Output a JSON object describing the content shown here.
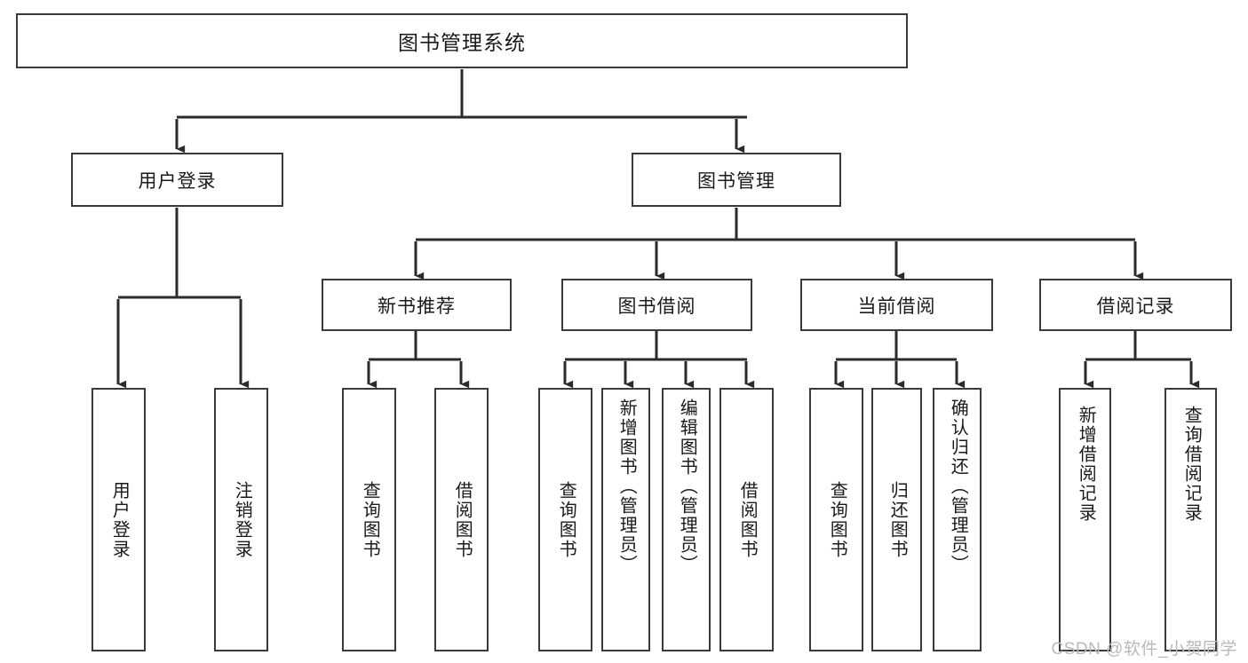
{
  "diagram": {
    "title": "图书管理系统",
    "type": "hierarchy-tree",
    "root": {
      "id": "root",
      "label": "图书管理系统",
      "orientation": "horizontal"
    },
    "level1": [
      {
        "id": "user-login",
        "label": "用户登录",
        "orientation": "horizontal"
      },
      {
        "id": "book-management",
        "label": "图书管理",
        "orientation": "horizontal"
      }
    ],
    "level2": [
      {
        "id": "new-book-recommend",
        "label": "新书推荐",
        "parent": "book-management",
        "orientation": "horizontal"
      },
      {
        "id": "book-borrow",
        "label": "图书借阅",
        "parent": "book-management",
        "orientation": "horizontal"
      },
      {
        "id": "current-borrow",
        "label": "当前借阅",
        "parent": "book-management",
        "orientation": "horizontal"
      },
      {
        "id": "borrow-record",
        "label": "借阅记录",
        "parent": "book-management",
        "orientation": "horizontal"
      }
    ],
    "leaves": [
      {
        "id": "leaf-user-login",
        "label": "用户登录",
        "parent": "user-login",
        "orientation": "vertical"
      },
      {
        "id": "leaf-user-logout",
        "label": "注销登录",
        "parent": "user-login",
        "orientation": "vertical"
      },
      {
        "id": "leaf-query-book-1",
        "label": "查询图书",
        "parent": "new-book-recommend",
        "orientation": "vertical"
      },
      {
        "id": "leaf-borrow-book-1",
        "label": "借阅图书",
        "parent": "new-book-recommend",
        "orientation": "vertical"
      },
      {
        "id": "leaf-query-book-2",
        "label": "查询图书",
        "parent": "book-borrow",
        "orientation": "vertical"
      },
      {
        "id": "leaf-add-book",
        "label": "新增图书（管理员）",
        "parent": "book-borrow",
        "orientation": "vertical"
      },
      {
        "id": "leaf-edit-book",
        "label": "编辑图书（管理员）",
        "parent": "book-borrow",
        "orientation": "vertical"
      },
      {
        "id": "leaf-borrow-book-2",
        "label": "借阅图书",
        "parent": "book-borrow",
        "orientation": "vertical"
      },
      {
        "id": "leaf-query-book-3",
        "label": "查询图书",
        "parent": "current-borrow",
        "orientation": "vertical"
      },
      {
        "id": "leaf-return-book",
        "label": "归还图书",
        "parent": "current-borrow",
        "orientation": "vertical"
      },
      {
        "id": "leaf-confirm-return",
        "label": "确认归还（管理员）",
        "parent": "current-borrow",
        "orientation": "vertical"
      },
      {
        "id": "leaf-add-record",
        "label": "新增借阅记录",
        "parent": "borrow-record",
        "orientation": "vertical"
      },
      {
        "id": "leaf-query-record",
        "label": "查询借阅记录",
        "parent": "borrow-record",
        "orientation": "vertical"
      }
    ]
  },
  "watermark": {
    "text": "CSDN @软件_小贺同学"
  },
  "colors": {
    "background": "#ffffff",
    "box_border": "#3a3a3a",
    "box_fill": "#ffffff",
    "connector": "#2b2b2b",
    "text": "#1a1a1a",
    "watermark": "#b9b9b9"
  }
}
